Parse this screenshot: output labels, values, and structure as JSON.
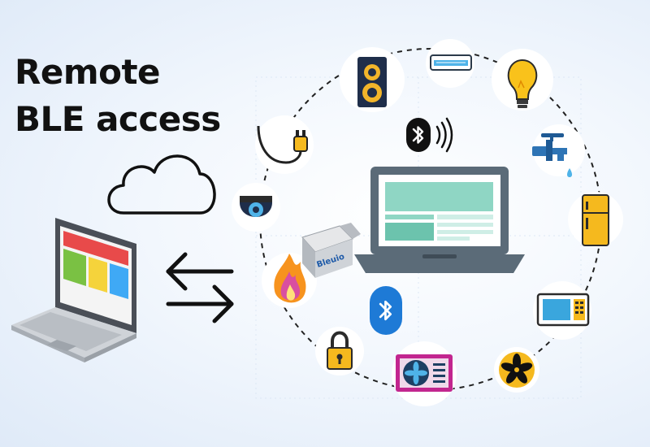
{
  "title": {
    "line1": "Remote",
    "line2": "BLE access"
  },
  "dongle": {
    "label": "Bleuio"
  },
  "colors": {
    "bluetooth": "#1e7ad6",
    "laptop_screen_center": "#8fd6c4",
    "laptop_body": "#5b6b78",
    "left_laptop_red": "#e84a4a",
    "left_laptop_green": "#7ac143",
    "left_laptop_yellow": "#f5d33b",
    "left_laptop_blue": "#3fa9f5",
    "flame": "#f7931e",
    "fan_frame": "#c2268f",
    "bulb": "#f9c21b",
    "fridge": "#f5b91e",
    "dash_ring": "#222222"
  },
  "devices": [
    {
      "name": "speaker-icon"
    },
    {
      "name": "air-conditioner-icon"
    },
    {
      "name": "light-bulb-icon"
    },
    {
      "name": "water-tap-icon"
    },
    {
      "name": "refrigerator-icon"
    },
    {
      "name": "microwave-icon"
    },
    {
      "name": "ceiling-fan-icon"
    },
    {
      "name": "exhaust-fan-icon"
    },
    {
      "name": "padlock-icon"
    },
    {
      "name": "fire-icon"
    },
    {
      "name": "security-camera-icon"
    },
    {
      "name": "power-plug-icon"
    },
    {
      "name": "bleuio-dongle-icon"
    },
    {
      "name": "bluetooth-icon"
    }
  ]
}
